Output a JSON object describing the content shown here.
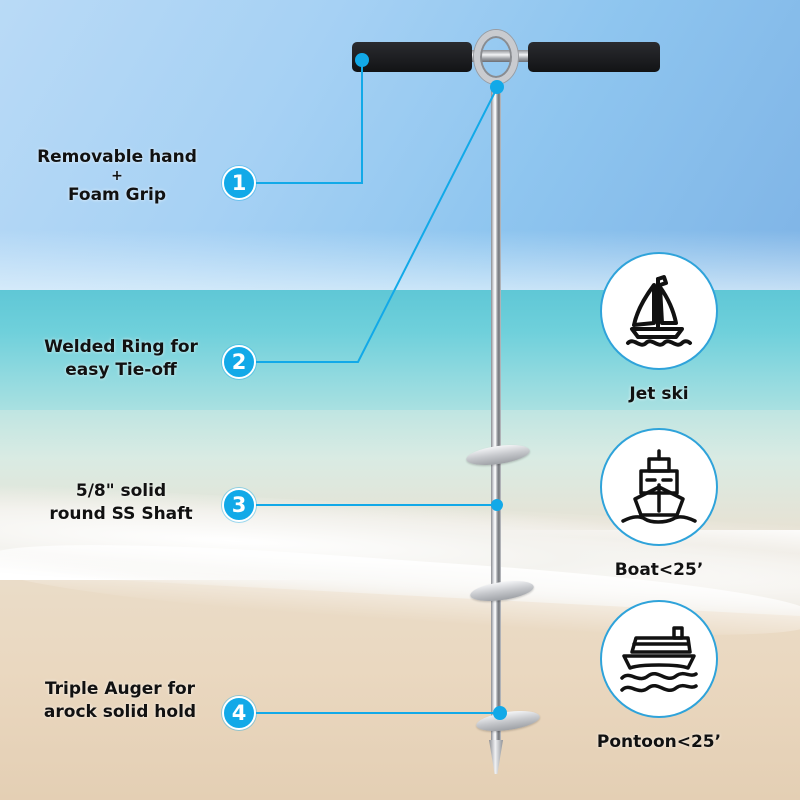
{
  "colors": {
    "accent": "#12a9e8",
    "icon_ring": "#2fa3da",
    "grip": "#1c1d20",
    "text": "#111111"
  },
  "features": [
    {
      "number": "1",
      "lines": [
        "Removable hand",
        "+",
        "Foam Grip"
      ]
    },
    {
      "number": "2",
      "lines": [
        "Welded Ring for",
        "easy Tie-off"
      ]
    },
    {
      "number": "3",
      "lines": [
        "5/8\" solid",
        "round SS Shaft"
      ]
    },
    {
      "number": "4",
      "lines": [
        "Triple Auger for",
        "arock solid hold"
      ]
    }
  ],
  "use_cases": [
    {
      "icon": "sailboat-icon",
      "label": "Jet ski"
    },
    {
      "icon": "ship-icon",
      "label": "Boat<25’"
    },
    {
      "icon": "pontoon-icon",
      "label": "Pontoon<25’"
    }
  ]
}
